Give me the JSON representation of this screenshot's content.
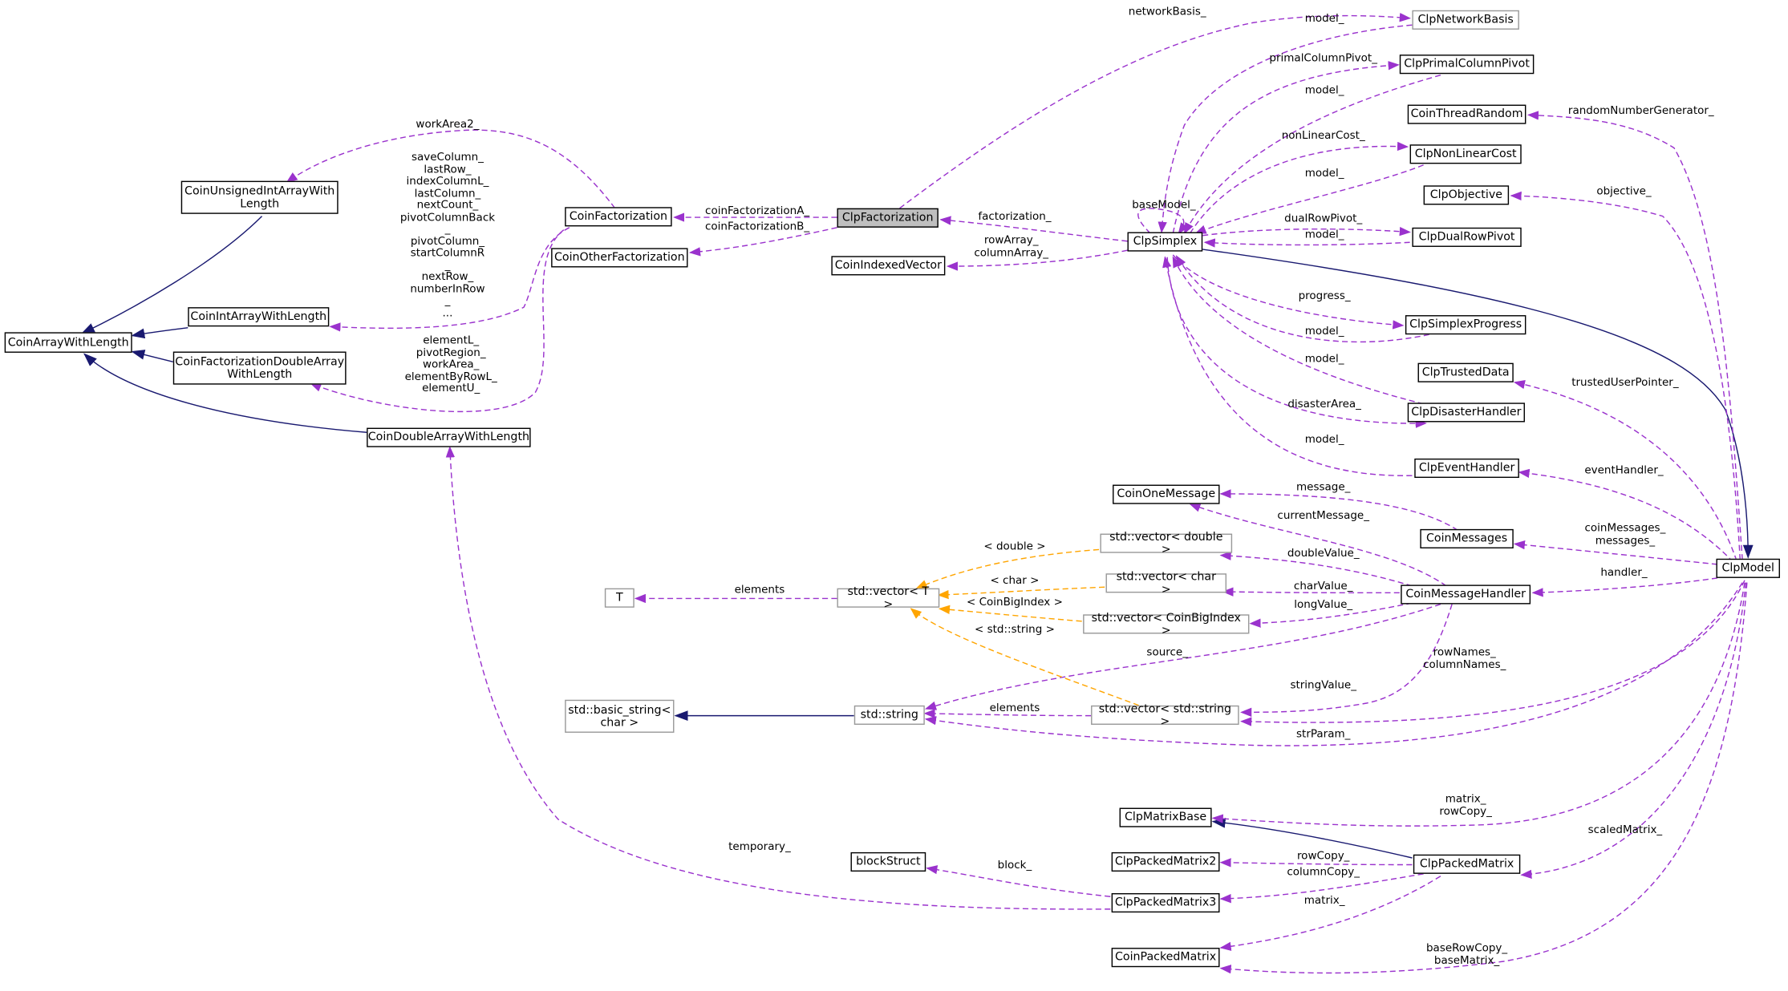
{
  "nodes": {
    "ClpNetworkBasis": "ClpNetworkBasis",
    "ClpPrimalColumnPivot": "ClpPrimalColumnPivot",
    "CoinThreadRandom": "CoinThreadRandom",
    "ClpNonLinearCost": "ClpNonLinearCost",
    "ClpObjective": "ClpObjective",
    "ClpDualRowPivot": "ClpDualRowPivot",
    "ClpSimplexProgress": "ClpSimplexProgress",
    "ClpTrustedData": "ClpTrustedData",
    "ClpDisasterHandler": "ClpDisasterHandler",
    "ClpEventHandler": "ClpEventHandler",
    "CoinMessages": "CoinMessages",
    "ClpModel": "ClpModel",
    "CoinMessageHandler": "CoinMessageHandler",
    "ClpPackedMatrix": "ClpPackedMatrix",
    "ClpSimplex": "ClpSimplex",
    "ClpFactorization": "ClpFactorization",
    "CoinIndexedVector": "CoinIndexedVector",
    "CoinFactorization": "CoinFactorization",
    "CoinOtherFactorization": "CoinOtherFactorization",
    "CoinUnsignedIntArrayWithLength": "CoinUnsignedIntArrayWith\nLength",
    "CoinIntArrayWithLength": "CoinIntArrayWithLength",
    "CoinFactorizationDoubleArrayWithLength": "CoinFactorizationDoubleArray\nWithLength",
    "CoinArrayWithLength": "CoinArrayWithLength",
    "CoinDoubleArrayWithLength": "CoinDoubleArrayWithLength",
    "CoinOneMessage": "CoinOneMessage",
    "vectorDouble": "std::vector< double >",
    "vectorChar": "std::vector< char >",
    "vectorCoinBigIndex": "std::vector< CoinBigIndex >",
    "vectorString": "std::vector< std::string >",
    "vectorT": "std::vector< T >",
    "T": "T",
    "basicString": "std::basic_string<\nchar >",
    "stdString": "std::string",
    "ClpMatrixBase": "ClpMatrixBase",
    "ClpPackedMatrix2": "ClpPackedMatrix2",
    "ClpPackedMatrix3": "ClpPackedMatrix3",
    "CoinPackedMatrix": "CoinPackedMatrix",
    "blockStruct": "blockStruct"
  },
  "labels": {
    "networkBasis": "networkBasis_",
    "modelNB": "model_",
    "primalColumnPivot": "primalColumnPivot_",
    "modelPCP": "model_",
    "randomNumberGenerator": "randomNumberGenerator_",
    "nonLinearCost": "nonLinearCost_",
    "modelNLC": "model_",
    "objective": "objective_",
    "baseModel": "baseModel_",
    "dualRowPivot": "dualRowPivot_",
    "modelDRP": "model_",
    "factorization": "factorization_",
    "rowArray": "rowArray_\ncolumnArray_",
    "progress": "progress_",
    "modelSP": "model_",
    "modelDH": "model_",
    "trustedUserPointer": "trustedUserPointer_",
    "disasterArea": "disasterArea_",
    "modelEH": "model_",
    "eventHandler": "eventHandler_",
    "coinFactorizationA": "coinFactorizationA_",
    "coinFactorizationB": "coinFactorizationB_",
    "workArea2": "workArea2_",
    "intArrays": "saveColumn_\nlastRow_\nindexColumnL_\nlastColumn_\nnextCount_\npivotColumnBack\n_\npivotColumn_\nstartColumnR\n_\nnextRow_\nnumberInRow\n_\n...",
    "doubleArrays": "elementL_\npivotRegion_\nworkArea_\nelementByRowL_\nelementU_",
    "message": "message_",
    "currentMessage": "currentMessage_",
    "coinMessages": "coinMessages_\nmessages_",
    "handler": "handler_",
    "double": "< double >",
    "doubleValue": "doubleValue_",
    "char": "< char >",
    "charValue": "charValue_",
    "coinBigIndex": "< CoinBigIndex >",
    "longValue": "longValue_",
    "elementsT": "elements",
    "stdStringTpl": "< std::string >",
    "source": "source_",
    "rowNames": "rowNames_\ncolumnNames_",
    "stringValue": "stringValue_",
    "elementsS": "elements",
    "strParam": "strParam_",
    "matrix": "matrix_\nrowCopy_",
    "scaledMatrix": "scaledMatrix_",
    "temporary": "temporary_",
    "block": "block_",
    "rowCopy": "rowCopy_",
    "columnCopy": "columnCopy_",
    "matrixPM": "matrix_",
    "baseRowCopy": "baseRowCopy_\nbaseMatrix_"
  },
  "colors": {
    "inheritance": "#191970",
    "usage": "#9a32cd",
    "template": "#ffa500",
    "highlight": "#bfbfbf"
  }
}
